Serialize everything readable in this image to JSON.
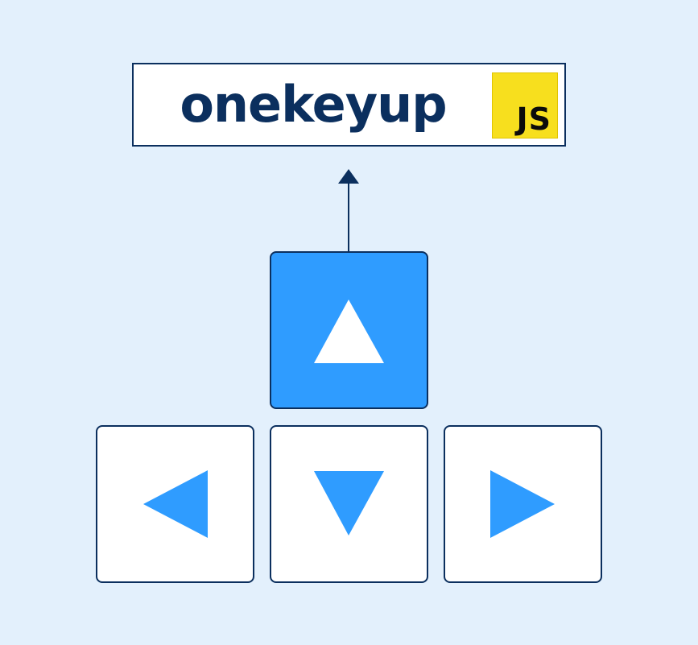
{
  "colors": {
    "background": "#e3f0fc",
    "navy": "#0b2f5e",
    "accent_blue": "#2f9cff",
    "white": "#ffffff",
    "js_yellow": "#f7df1e",
    "js_text": "#0b0b0b"
  },
  "label": {
    "text": "onekeyup",
    "badge": "JS"
  },
  "keys": [
    {
      "id": "up",
      "icon": "triangle-up-icon",
      "highlighted": true
    },
    {
      "id": "left",
      "icon": "triangle-left-icon",
      "highlighted": false
    },
    {
      "id": "down",
      "icon": "triangle-down-icon",
      "highlighted": false
    },
    {
      "id": "right",
      "icon": "triangle-right-icon",
      "highlighted": false
    }
  ]
}
